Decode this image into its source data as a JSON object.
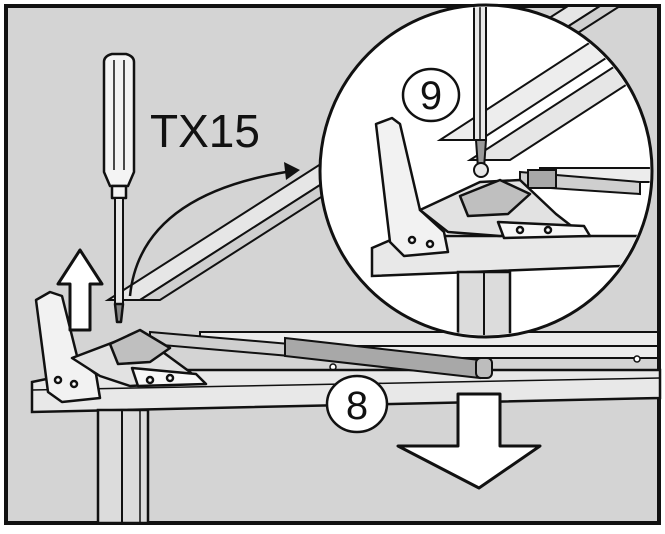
{
  "tool_label": "TX15",
  "steps": {
    "main": "8",
    "detail": "9"
  },
  "colors": {
    "background": "#d4d4d4",
    "line": "#111111",
    "panel": "#e6e6e6",
    "white": "#ffffff"
  },
  "icons": {
    "tool": "torx-screwdriver-icon",
    "lift": "arrow-up-icon",
    "pull": "arrow-down-icon",
    "zoom": "curved-arrow-icon"
  }
}
